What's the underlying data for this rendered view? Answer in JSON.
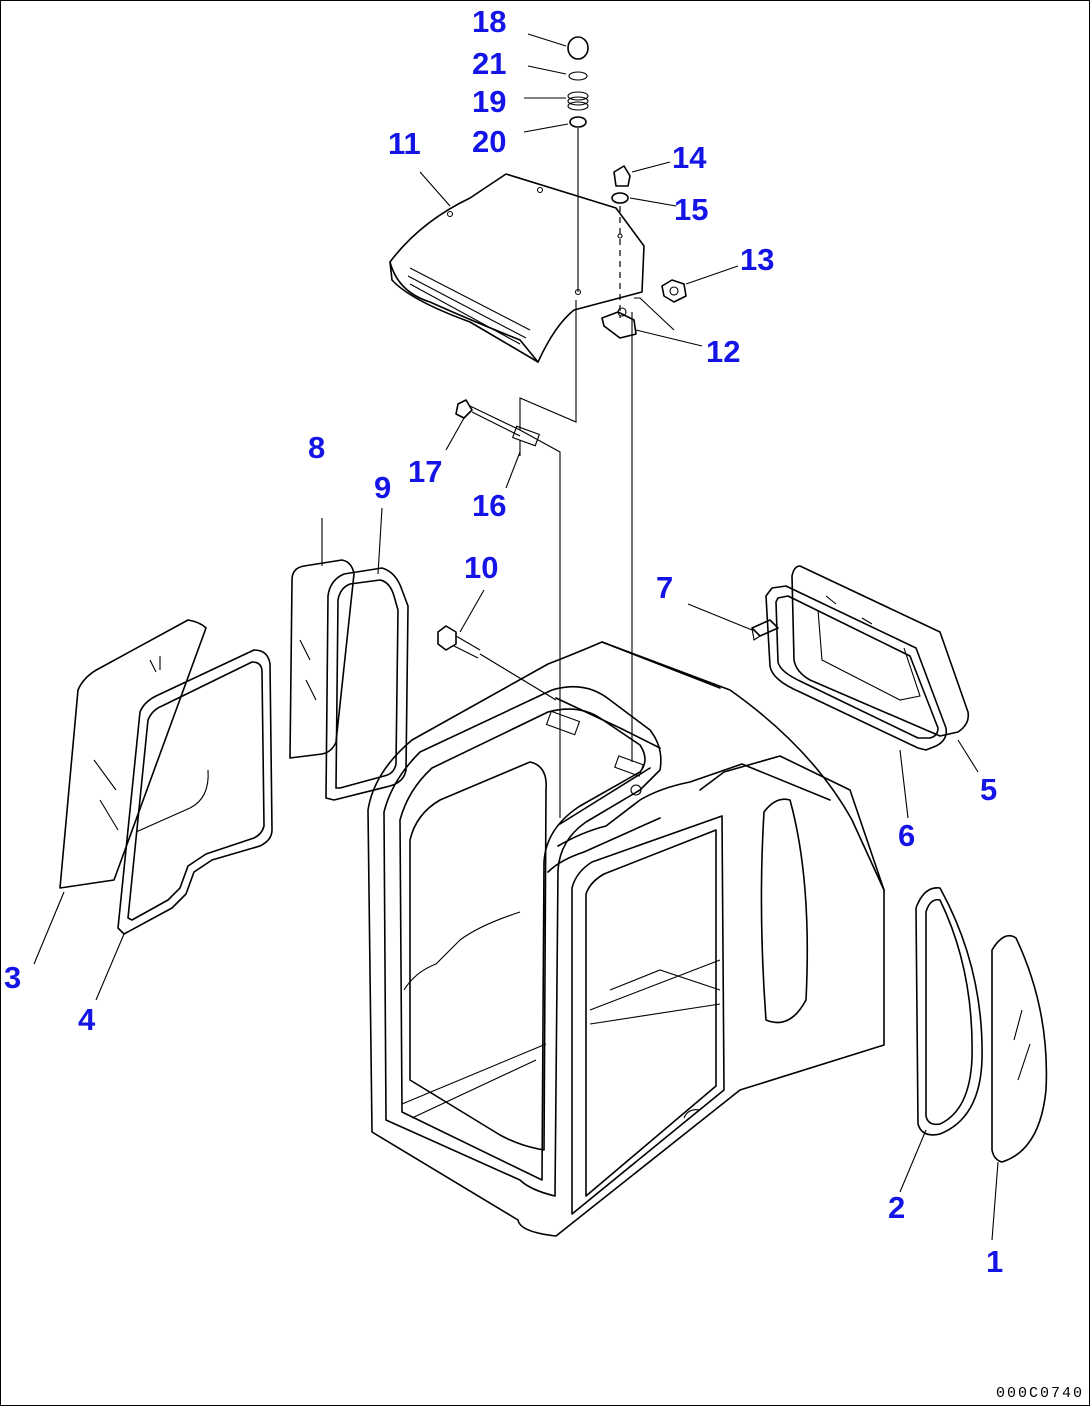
{
  "diagram": {
    "callouts": [
      {
        "id": "c1",
        "text": "1"
      },
      {
        "id": "c2",
        "text": "2"
      },
      {
        "id": "c3",
        "text": "3"
      },
      {
        "id": "c4",
        "text": "4"
      },
      {
        "id": "c5",
        "text": "5"
      },
      {
        "id": "c6",
        "text": "6"
      },
      {
        "id": "c7",
        "text": "7"
      },
      {
        "id": "c8",
        "text": "8"
      },
      {
        "id": "c9",
        "text": "9"
      },
      {
        "id": "c10",
        "text": "10"
      },
      {
        "id": "c11",
        "text": "11"
      },
      {
        "id": "c12",
        "text": "12"
      },
      {
        "id": "c13",
        "text": "13"
      },
      {
        "id": "c14",
        "text": "14"
      },
      {
        "id": "c15",
        "text": "15"
      },
      {
        "id": "c16",
        "text": "16"
      },
      {
        "id": "c17",
        "text": "17"
      },
      {
        "id": "c18",
        "text": "18"
      },
      {
        "id": "c19",
        "text": "19"
      },
      {
        "id": "c20",
        "text": "20"
      },
      {
        "id": "c21",
        "text": "21"
      }
    ],
    "drawing_code": "000C0740",
    "label_color": "#1414e6",
    "line_color": "#000000"
  }
}
